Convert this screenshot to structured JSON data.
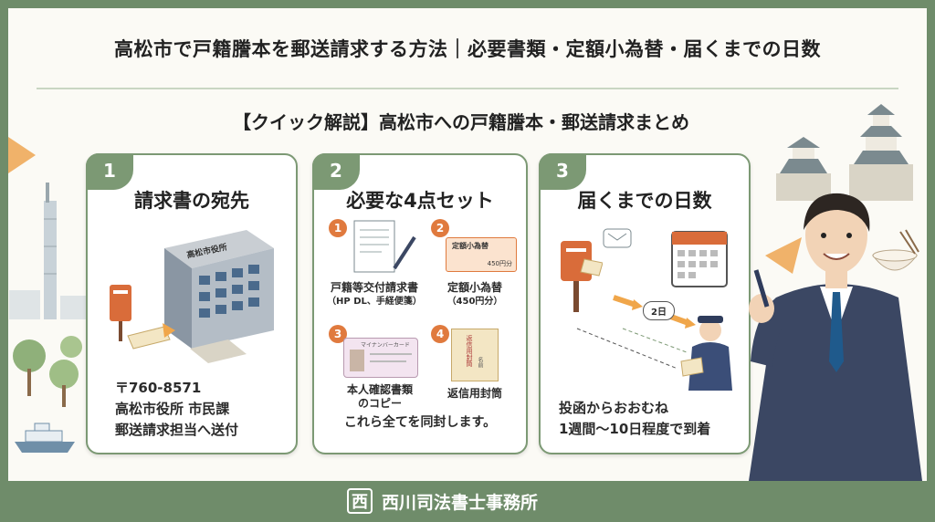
{
  "header": {
    "title": "高松市で戸籍謄本を郵送請求する方法｜必要書類・定額小為替・届くまでの日数",
    "subtitle": "【クイック解説】高松市への戸籍謄本・郵送請求まとめ"
  },
  "cards": [
    {
      "number": "1",
      "title": "請求書の宛先",
      "building_sign": "高松市役所",
      "address_lines": [
        "〒760-8571",
        "高松市役所 市民課",
        "郵送請求担当へ送付"
      ]
    },
    {
      "number": "2",
      "title": "必要な4点セット",
      "items": [
        {
          "num": "1",
          "label": "戸籍等交付請求書",
          "sub": "（HP DL、手経便箋）"
        },
        {
          "num": "2",
          "label": "定額小為替",
          "sub": "（450円分）",
          "ticket_text": "定額小為替",
          "ticket_amount": "450円分"
        },
        {
          "num": "3",
          "label": "本人確認書類",
          "sub": "のコピー",
          "card_text": "マイナンバーカード"
        },
        {
          "num": "4",
          "label": "返信用封筒",
          "sub": "",
          "envelope_text": "返信用封筒",
          "envelope_name": "名前"
        }
      ],
      "footer": "これら全てを同封します。"
    },
    {
      "number": "3",
      "title": "届くまでの日数",
      "tag": "2日",
      "lines": [
        "投函からおおむね",
        "1週間〜10日程度で到着"
      ]
    }
  ],
  "footer": {
    "logo_glyph": "西",
    "firm_name": "西川司法書士事務所"
  },
  "colors": {
    "frame": "#6f8c6a",
    "accent_orange": "#e07a3e",
    "card_border": "#7c9974",
    "navy": "#3b4763"
  }
}
